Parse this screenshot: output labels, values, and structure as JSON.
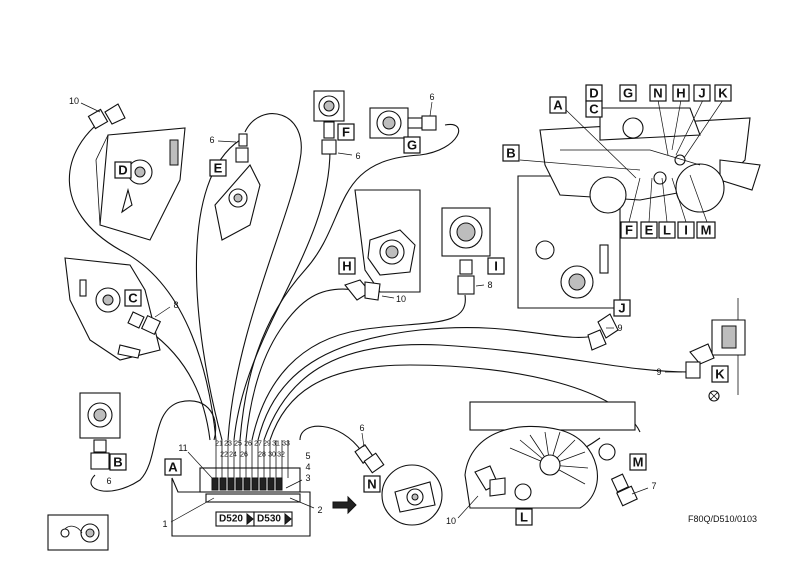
{
  "labels": {
    "A": "A",
    "B": "B",
    "C": "C",
    "D": "D",
    "E": "E",
    "F": "F",
    "G": "G",
    "H": "H",
    "I": "I",
    "J": "J",
    "K": "K",
    "L": "L",
    "M": "M",
    "N": "N"
  },
  "numbers": {
    "n1": "1",
    "n2": "2",
    "n3": "3",
    "n4": "4",
    "n5": "5",
    "n6": "6",
    "n7": "7",
    "n8": "8",
    "n9": "9",
    "n10": "10",
    "n11": "11"
  },
  "ports_top": [
    "21",
    "23",
    "25",
    "26",
    "27",
    "29",
    "31",
    "33"
  ],
  "ports_bottom": [
    "22",
    "24",
    "26",
    "28",
    "30",
    "32"
  ],
  "block_labels": {
    "d520": "D520",
    "d530": "D530"
  },
  "reference_code": "F80Q/D510/0103",
  "colors": {
    "line": "#111111",
    "shade": "#bdbdbd",
    "background": "#ffffff"
  }
}
